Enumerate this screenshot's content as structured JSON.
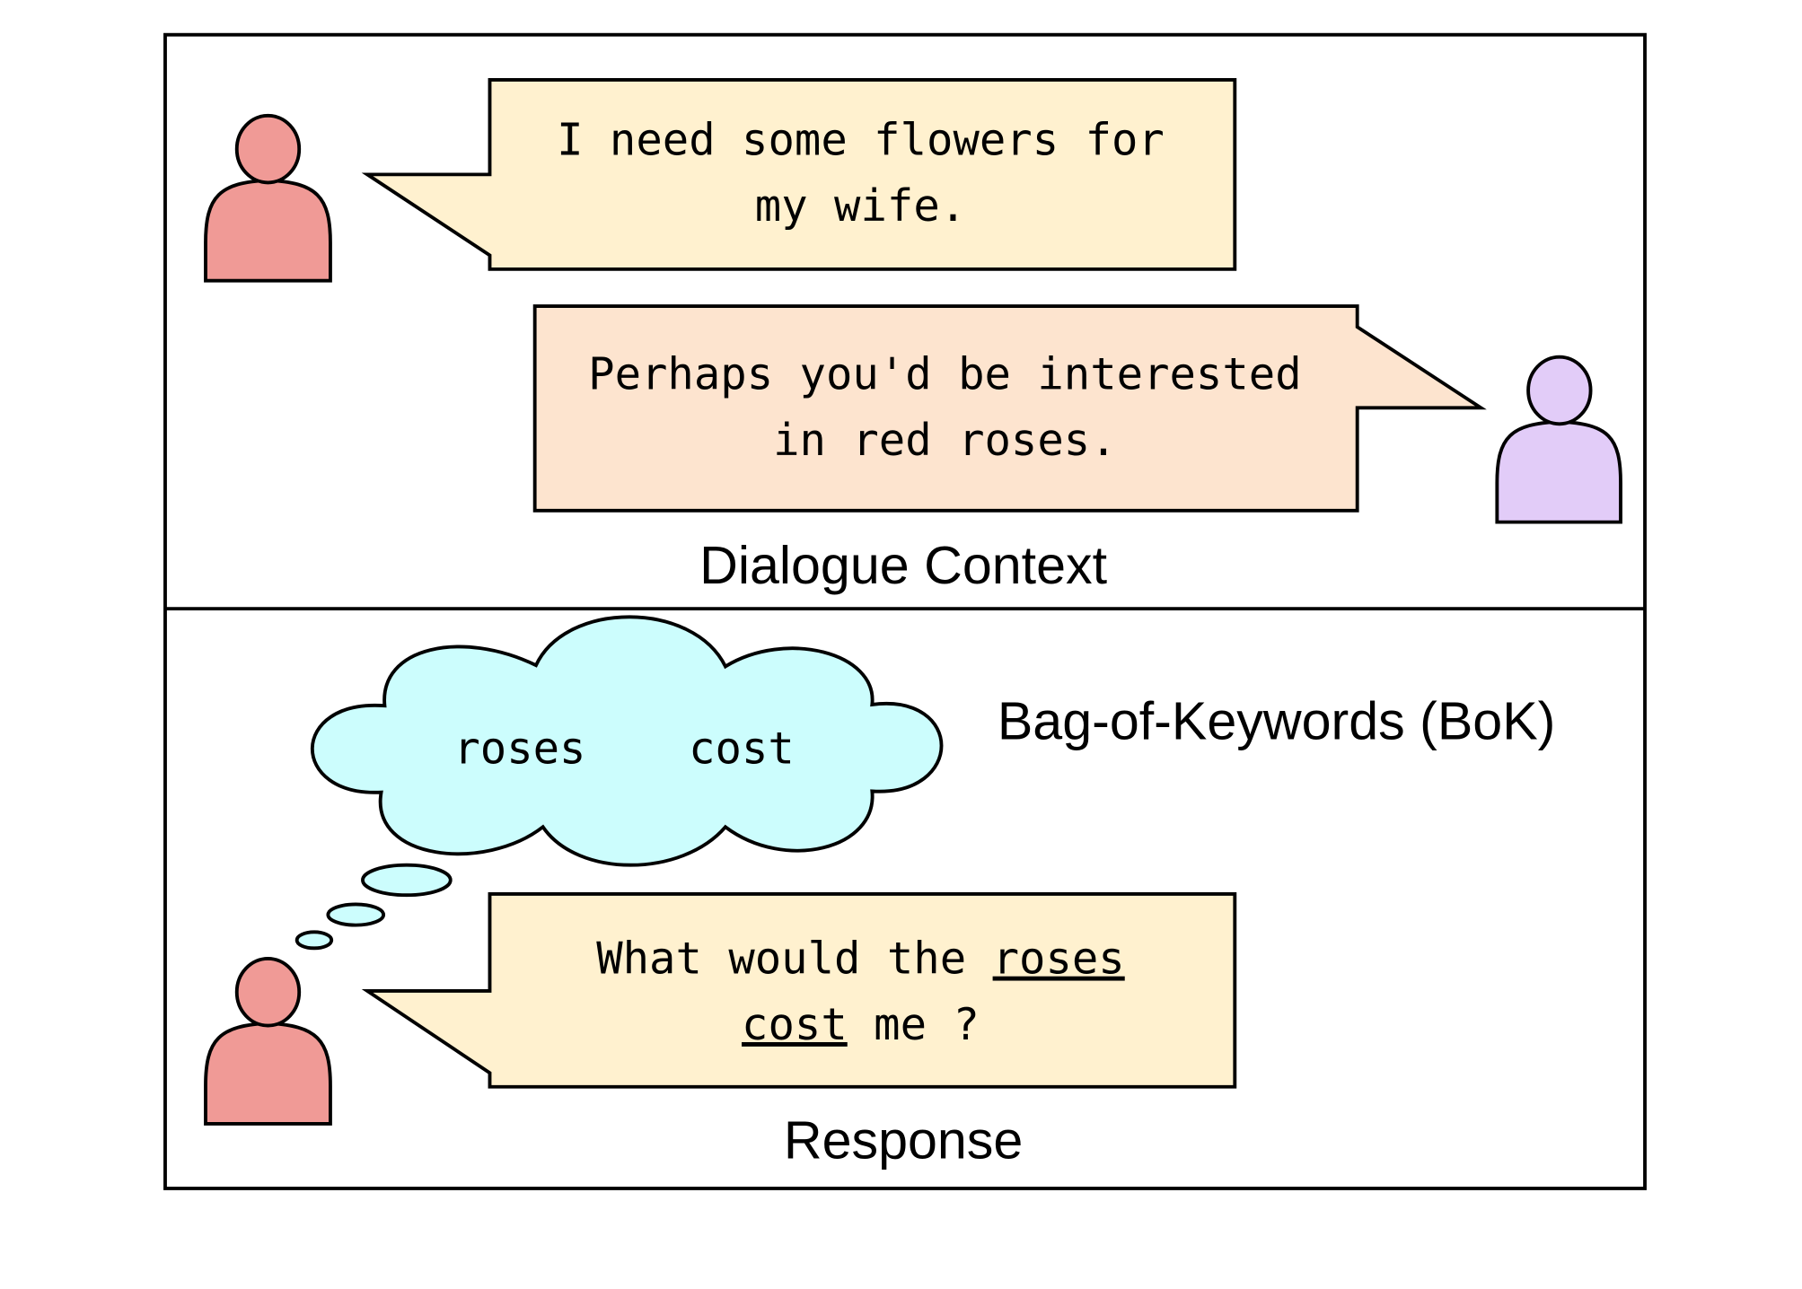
{
  "colors": {
    "user_a": "#f09a96",
    "user_b": "#e2ccf8",
    "bubble_user": "#fff1cf",
    "bubble_agent": "#fde4cf",
    "thought_cloud": "#ccfdfd",
    "outline": "#000000"
  },
  "context_section": {
    "label": "Dialogue Context",
    "turn_1": {
      "speaker": "user-a",
      "lines": [
        "I need some flowers for",
        "my wife."
      ]
    },
    "turn_2": {
      "speaker": "user-b",
      "lines": [
        "Perhaps you'd be interested",
        "in red roses."
      ]
    }
  },
  "response_section": {
    "label": "Response",
    "bok_label": "Bag-of-Keywords (BoK)",
    "keywords": [
      "roses",
      "cost"
    ],
    "response": {
      "speaker": "user-a",
      "line1_plain": "What would the ",
      "line1_keyword": "roses",
      "line2_keyword": "cost",
      "line2_plain": " me ?"
    }
  }
}
